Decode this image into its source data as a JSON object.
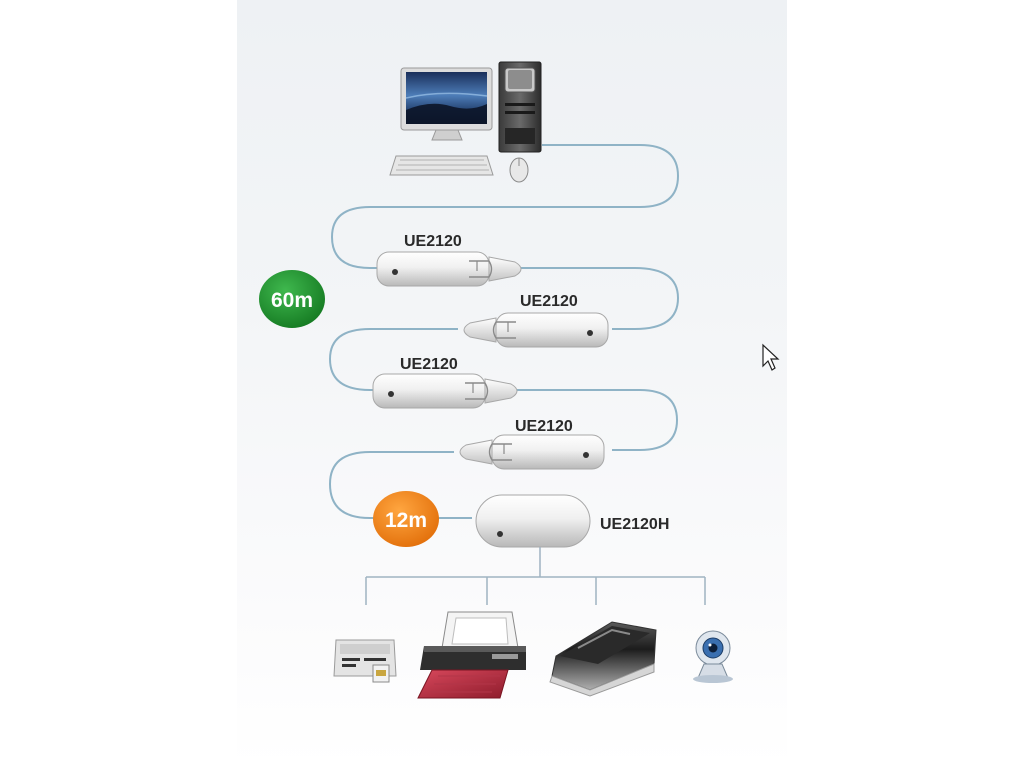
{
  "extenders": [
    {
      "model": "UE2120"
    },
    {
      "model": "UE2120"
    },
    {
      "model": "UE2120"
    },
    {
      "model": "UE2120"
    }
  ],
  "hub": {
    "model": "UE2120H"
  },
  "distances": {
    "long": "60m",
    "short": "12m"
  },
  "colors": {
    "cable": "#8fb3c6",
    "badge_green": "#1f8f2e",
    "badge_orange": "#f08a1c",
    "tree_line": "#9fb3c2"
  },
  "devices": [
    "card-reader-icon",
    "printer-icon",
    "scanner-icon",
    "webcam-icon"
  ]
}
